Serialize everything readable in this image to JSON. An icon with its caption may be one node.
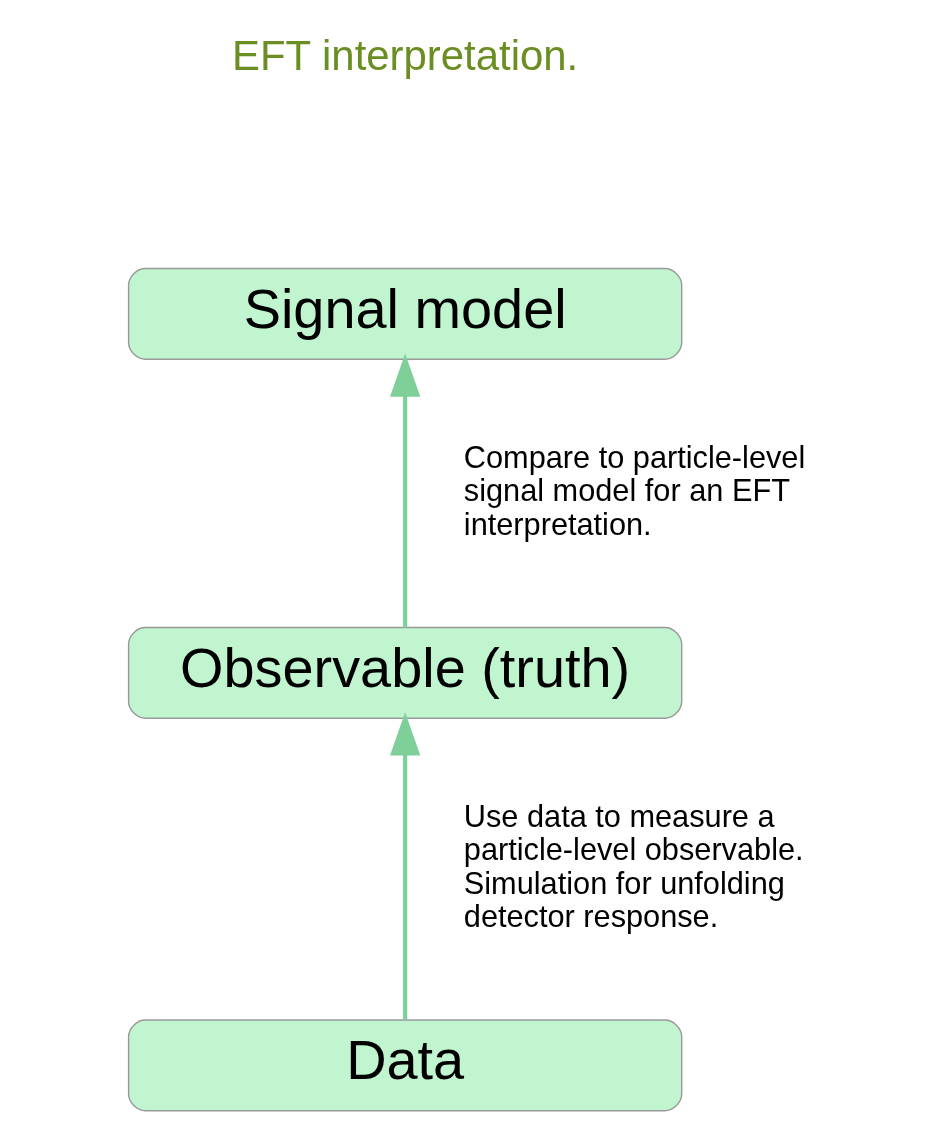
{
  "diagram": {
    "nodes": [
      {
        "text": [
          "Signal model"
        ]
      },
      {
        "text": [
          "Observable (truth)"
        ]
      },
      {
        "text": [
          "Data"
        ]
      }
    ],
    "edges": [
      {
        "from": 2,
        "to": 1,
        "arrow": "to",
        "label": "Use data to measure a particle-level observable. Simulation for unfolding detector response."
      },
      {
        "from": 1,
        "to": 0,
        "arrow": "to",
        "label": "Compare to particle-level signal model for an EFT interpretation."
      }
    ],
    "labels": [
      "EFT interpretation."
    ]
  }
}
